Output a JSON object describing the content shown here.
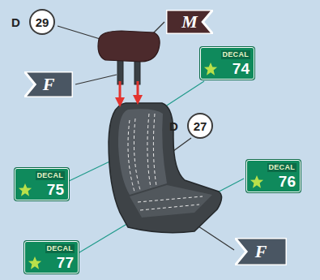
{
  "diagram": {
    "nodes": [
      {
        "text": [
          "D",
          "29"
        ]
      },
      {
        "text": [
          "M"
        ]
      },
      {
        "text": [
          "F"
        ]
      },
      {
        "text": [
          "DECAL",
          "74"
        ]
      },
      {
        "text": [
          "D",
          "27"
        ]
      },
      {
        "text": [
          "DECAL",
          "75"
        ]
      },
      {
        "text": [
          "DECAL",
          "76"
        ]
      },
      {
        "text": [
          "DECAL",
          "77"
        ]
      },
      {
        "text": [
          "F"
        ]
      }
    ]
  }
}
